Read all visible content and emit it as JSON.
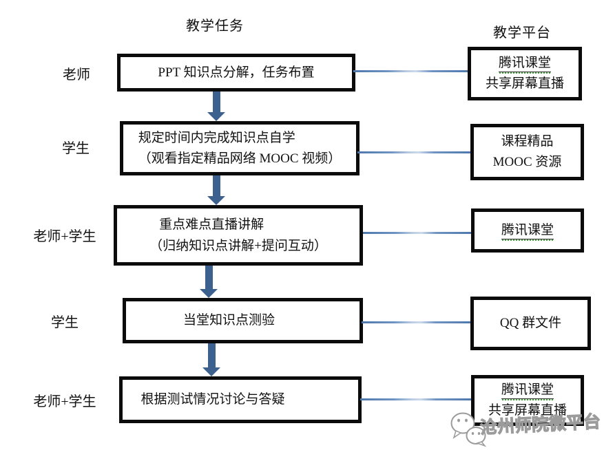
{
  "headers": {
    "tasks": "教学任务",
    "platforms": "教学平台"
  },
  "rows": [
    {
      "actor": "老师",
      "task": {
        "line1": "PPT 知识点分解，任务布置"
      },
      "platform": {
        "line1": "腾讯课堂",
        "line2": "共享屏幕直播"
      }
    },
    {
      "actor": "学生",
      "task": {
        "line1": "规定时间内完成知识点自学",
        "line2": "（观看指定精品网络 MOOC 视频）"
      },
      "platform": {
        "line1": "课程精品",
        "line2": "MOOC 资源"
      }
    },
    {
      "actor": "老师+学生",
      "task": {
        "line1": "重点难点直播讲解",
        "line2": "（归纳知识点讲解+提问互动）"
      },
      "platform": {
        "line1": "腾讯课堂"
      }
    },
    {
      "actor": "学生",
      "task": {
        "line1": "当堂知识点测验"
      },
      "platform": {
        "line1": "QQ 群文件"
      }
    },
    {
      "actor": "老师+学生",
      "task": {
        "line1": "根据测试情况讨论与答疑"
      },
      "platform": {
        "line1": "腾讯课堂",
        "line2": "共享屏幕直播"
      }
    }
  ],
  "watermark": {
    "text": "沧州师院微平台",
    "icon": "wechat-logo"
  },
  "colors": {
    "arrow": "#3d618f",
    "connector": "#4d77ad",
    "box_border": "#0b0b0b",
    "underline_squiggle": "#3aaa35",
    "watermark_gray": "#9b9b9b"
  }
}
